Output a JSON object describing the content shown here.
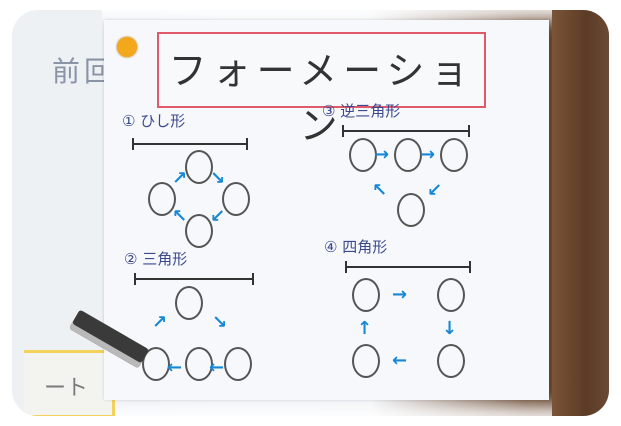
{
  "title": "フォーメーション",
  "sections": [
    {
      "label": "① ひし形"
    },
    {
      "label": "② 三角形"
    },
    {
      "label": "③ 逆三角形"
    },
    {
      "label": "④ 四角形"
    }
  ],
  "side_text": "前回",
  "note_text": "ート",
  "colors": {
    "title_border": "#e05a6a",
    "arrows": "#1688d6",
    "pin": "#f3a81c"
  }
}
